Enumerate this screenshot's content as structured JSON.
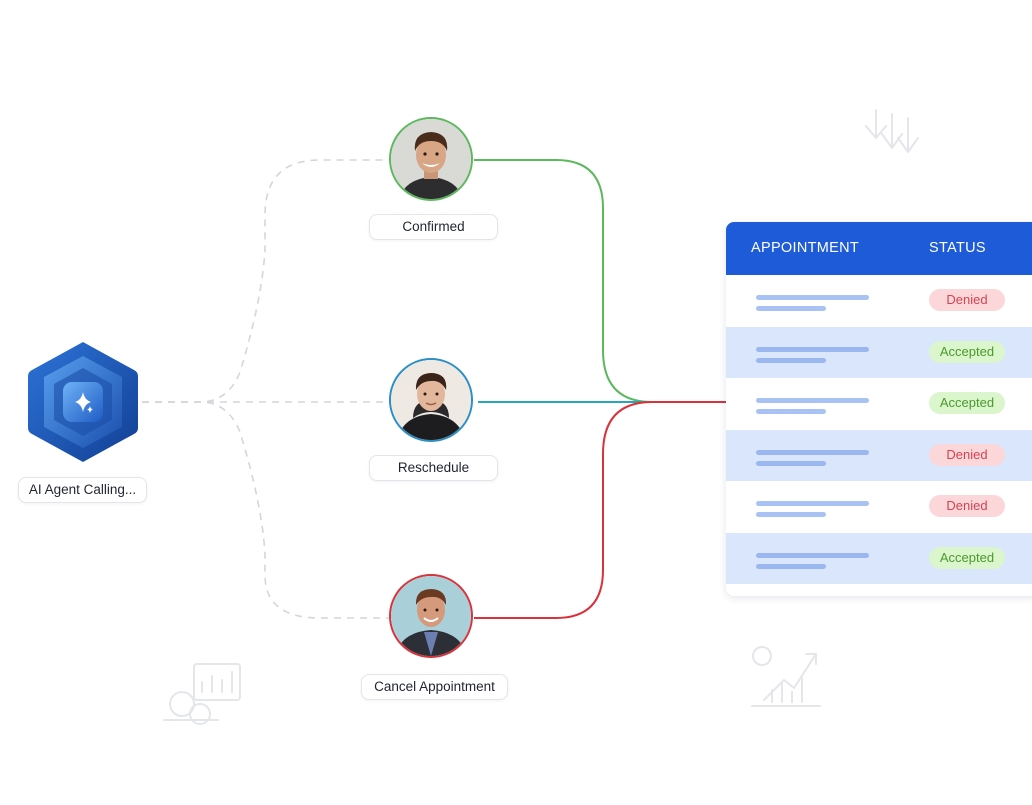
{
  "hub": {
    "label": "AI Agent Calling..."
  },
  "branches": [
    {
      "label": "Confirmed",
      "color": "#5cb85c"
    },
    {
      "label": "Reschedule",
      "color": "#2aa5bf"
    },
    {
      "label": "Cancel Appointment",
      "color": "#d9323a"
    }
  ],
  "table": {
    "header_color": "#1e5bd8",
    "columns": [
      "APPOINTMENT",
      "STATUS"
    ],
    "rows": [
      {
        "status": "Denied"
      },
      {
        "status": "Accepted"
      },
      {
        "status": "Accepted"
      },
      {
        "status": "Denied"
      },
      {
        "status": "Denied"
      },
      {
        "status": "Accepted"
      }
    ]
  },
  "icons": [
    "sparkle-icon",
    "trend-arrows-icon",
    "money-chart-icon",
    "growth-chart-icon"
  ]
}
